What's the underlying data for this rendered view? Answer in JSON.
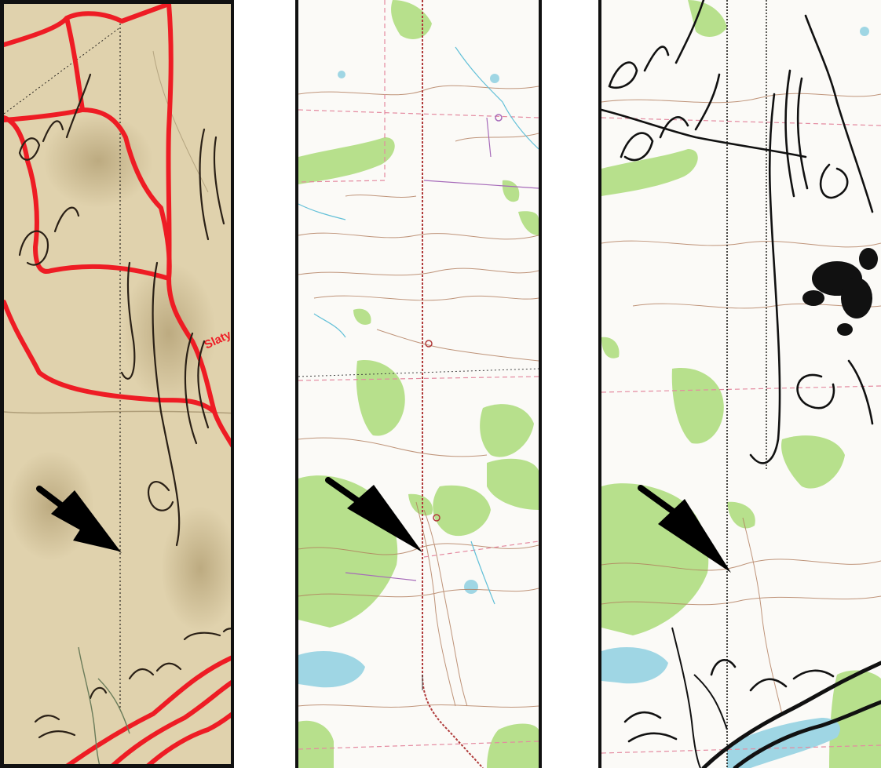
{
  "colors": {
    "parchment": "#e0d2ad",
    "parchment_dark": "#b8a578",
    "ink": "#1c1a16",
    "red_overlay": "#ee1c24",
    "woodland_green": "#b7e08c",
    "water_blue": "#63c0d8",
    "contour_brown": "#b07a5a",
    "road_pink": "#e48aa0",
    "boundary_purple": "#a66ab9",
    "arrow": "#000000"
  },
  "panels": [
    {
      "name": "historic-manuscript-map",
      "labels": {
        "slaty": "Slaty"
      }
    },
    {
      "name": "modern-topographic-map"
    },
    {
      "name": "overlay-composite-map"
    }
  ],
  "arrows": [
    {
      "panel": 1,
      "direction": "down-right"
    },
    {
      "panel": 2,
      "direction": "down-right"
    },
    {
      "panel": 3,
      "direction": "down-right"
    }
  ]
}
